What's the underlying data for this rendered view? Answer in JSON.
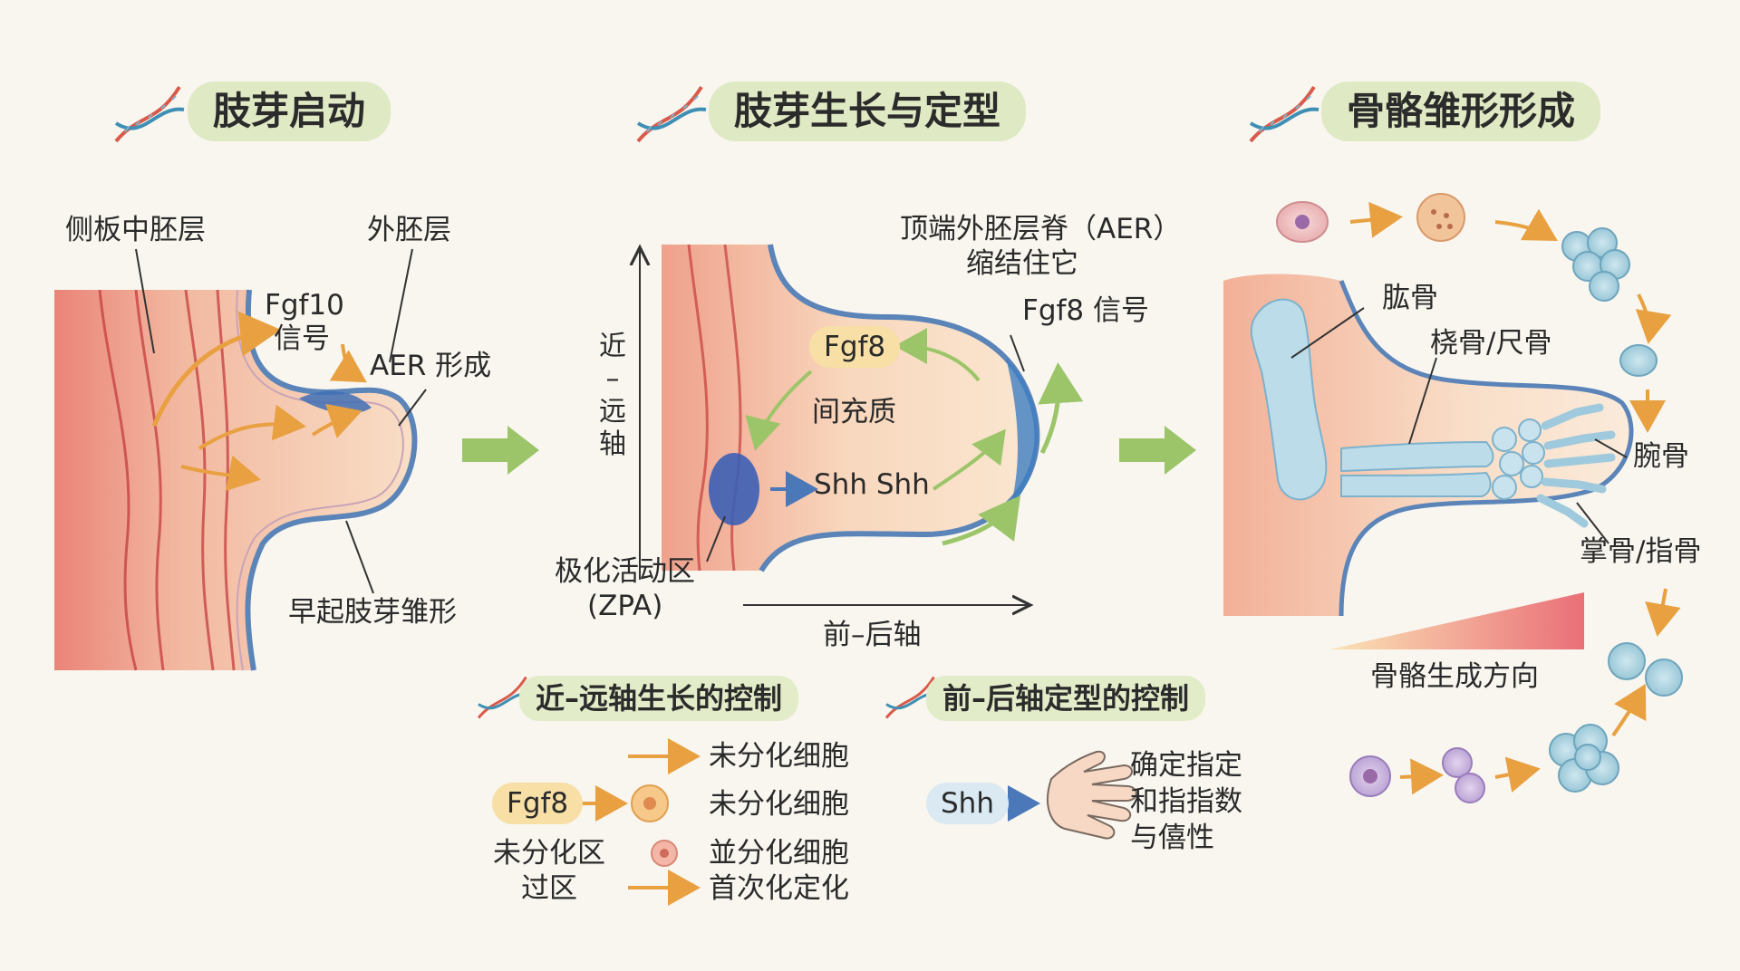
{
  "panels": [
    {
      "title": "肢芽启动"
    },
    {
      "title": "肢芽生长与定型"
    },
    {
      "title": "骨骼雏形形成"
    }
  ],
  "panel1": {
    "lateral_plate": "侧板中胚层",
    "ectoderm": "外胚层",
    "fgf10_line1": "Fgf10",
    "fgf10_line2": "信号",
    "aer_formation": "AER 形成",
    "early_bud": "早起肢芽雏形"
  },
  "panel2": {
    "aer_line1": "顶端外胚层脊（AER）",
    "aer_line2": "缩结住它",
    "fgf8_signal": "Fgf8 信号",
    "fgf8": "Fgf8",
    "mesenchyme": "间充质",
    "shh": "Shh Shh",
    "zpa_line1": "极化活动区",
    "zpa_line2": "(ZPA)",
    "pd_axis": [
      "近",
      "–",
      "远",
      "轴"
    ],
    "ap_axis": "前–后轴"
  },
  "panel3": {
    "humerus": "肱骨",
    "radius_ulna": "桡骨/尺骨",
    "carpal": "腕骨",
    "metacarpal": "掌骨/指骨",
    "direction": "骨骼生成方向"
  },
  "legend_pd": {
    "title": "近–远轴生长的控制",
    "fgf8": "Fgf8",
    "row1": "未分化细胞",
    "row2": "未分化细胞",
    "row3": "並分化细胞",
    "row4": "首次化定化",
    "region_line1": "未分化区",
    "region_line2": "过区"
  },
  "legend_ap": {
    "title": "前–后轴定型的控制",
    "shh": "Shh",
    "text_line1": "确定指定",
    "text_line2": "和指指数",
    "text_line3": "与僖性"
  },
  "colors": {
    "background": "#f8f6ef",
    "title_bg": "#dfe9c4",
    "arrow_green": "#9cc56a",
    "arrow_orange": "#e8a040",
    "ectoderm_blue": "#5b84b8",
    "zpa_blue": "#3c5fb5"
  }
}
